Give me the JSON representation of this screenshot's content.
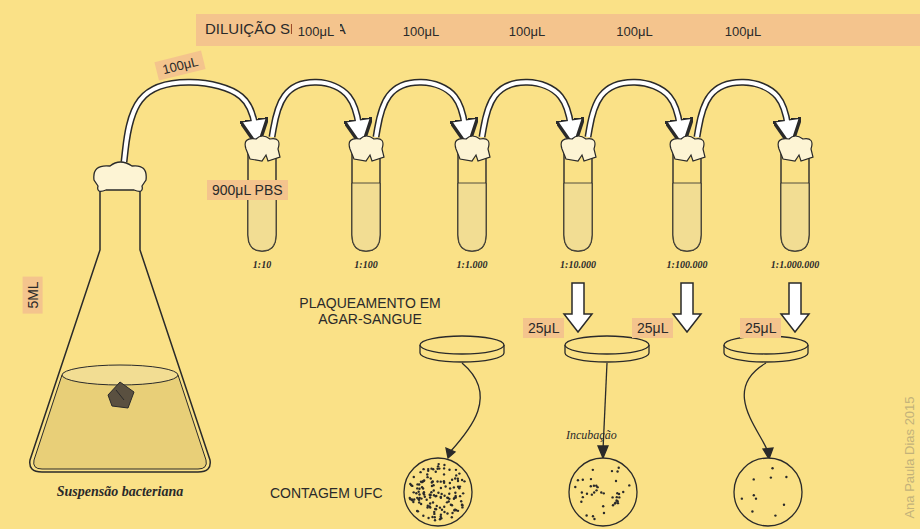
{
  "diagram": {
    "title": "DILUIÇÃO SERIADA",
    "nodes": [
      {
        "text": [
          "Suspensão bacteriana"
        ]
      },
      {
        "text": [
          "1:10"
        ]
      },
      {
        "text": [
          "1:100"
        ]
      },
      {
        "text": [
          "1:1.000"
        ]
      },
      {
        "text": [
          "1:10.000"
        ]
      },
      {
        "text": [
          "1:100.000"
        ]
      },
      {
        "text": [
          "1:1.000.000"
        ]
      }
    ],
    "edges": [
      {
        "from": 0,
        "to": 1,
        "label": "100μL",
        "arrow": "to"
      },
      {
        "from": 1,
        "to": 2,
        "label": "100μL",
        "arrow": "to"
      },
      {
        "from": 2,
        "to": 3,
        "label": "100μL",
        "arrow": "to"
      },
      {
        "from": 3,
        "to": 4,
        "label": "100μL",
        "arrow": "to"
      },
      {
        "from": 4,
        "to": 5,
        "label": "100μL",
        "arrow": "to"
      },
      {
        "from": 5,
        "to": 6,
        "label": "100μL",
        "arrow": "to"
      }
    ],
    "labels": [
      "900μL PBS",
      "5ML",
      "PLAQUEAMENTO EM AGAR-SANGUE",
      "25μL",
      "25μL",
      "25μL",
      "Incubação",
      "CONTAGEM UFC",
      "Ana Paula Dias 2015"
    ]
  }
}
